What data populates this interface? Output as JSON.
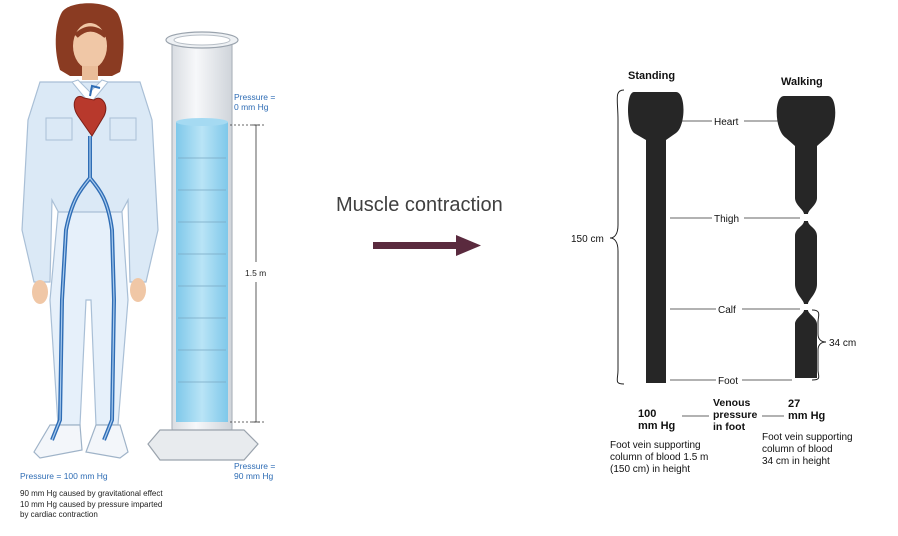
{
  "left": {
    "top_pressure_line1": "Pressure =",
    "top_pressure_line2": "0 mm Hg",
    "height_label": "1.5 m",
    "bottom_pressure_line1": "Pressure =",
    "bottom_pressure_line2": "90 mm Hg",
    "foot_pressure": "Pressure = 100 mm Hg",
    "note_line1": "90 mm Hg caused by gravitational effect",
    "note_line2": "10 mm Hg caused by pressure imparted",
    "note_line3": "by cardiac contraction"
  },
  "middle": {
    "label": "Muscle contraction",
    "arrow_color": "#5a2a3e"
  },
  "right": {
    "standing_title": "Standing",
    "walking_title": "Walking",
    "heart_label": "Heart",
    "thigh_label": "Thigh",
    "calf_label": "Calf",
    "foot_label": "Foot",
    "height_150": "150 cm",
    "height_34": "34 cm",
    "standing_pressure_line1": "100",
    "standing_pressure_line2": "mm Hg",
    "venous_line1": "Venous",
    "venous_line2": "pressure",
    "venous_line3": "in foot",
    "walking_pressure_line1": "27",
    "walking_pressure_line2": "mm Hg",
    "standing_desc_line1": "Foot vein supporting",
    "standing_desc_line2": "column of blood 1.5 m",
    "standing_desc_line3": "(150 cm) in height",
    "walking_desc_line1": "Foot vein supporting",
    "walking_desc_line2": "column of blood",
    "walking_desc_line3": "34 cm in height"
  }
}
